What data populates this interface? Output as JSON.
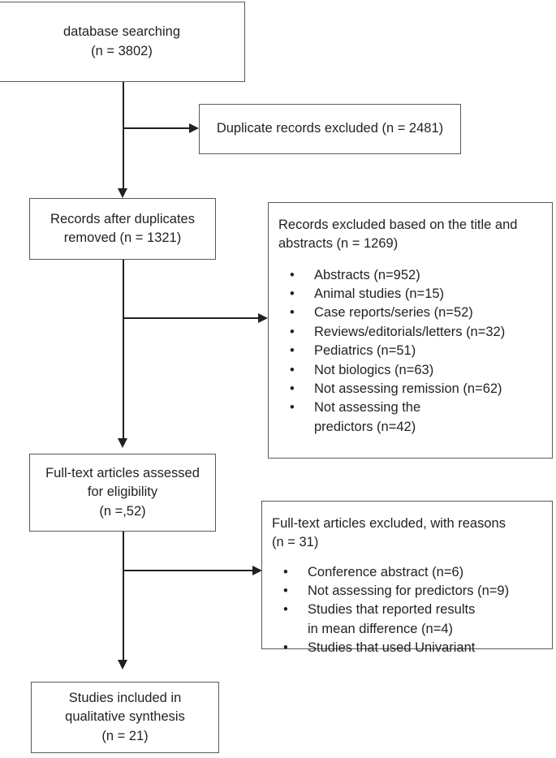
{
  "diagram": {
    "type": "prisma-flow-diagram",
    "title": "PRISMA study selection flow diagram"
  },
  "boxes": {
    "identification": {
      "name": "database-searching",
      "lines": [
        "database searching",
        "(n = 3802)"
      ]
    },
    "duplicates_excluded": {
      "name": "duplicate-records-excluded",
      "lines": [
        "Duplicate records excluded (n = 2481)"
      ]
    },
    "records_after_duplicates": {
      "name": "records-after-duplicates-removed",
      "lines": [
        "Records after duplicates",
        "removed (n = 1321)"
      ]
    },
    "records_excluded_title_abstract": {
      "name": "records-excluded-title-abstracts",
      "heading": [
        "Records excluded based on the title and",
        "abstracts (n = 1269)"
      ],
      "bullets": [
        "Abstracts (n=952)",
        "Animal studies (n=15)",
        "Case reports/series (n=52)",
        "Reviews/editorials/letters (n=32)",
        "Pediatrics (n=51)",
        "Not biologics (n=63)",
        "Not assessing remission (n=62)",
        "Not assessing the predictors (n=42)"
      ],
      "bullet_glyph": "•"
    },
    "fulltext_assessed": {
      "name": "full-text-articles-assessed",
      "lines": [
        "Full-text articles assessed",
        "for eligibility",
        "(n =,52)"
      ]
    },
    "fulltext_excluded": {
      "name": "full-text-articles-excluded",
      "heading": [
        "Full-text articles excluded, with reasons",
        "(n = 31)"
      ],
      "bullets": [
        "Conference abstract (n=6)",
        "Not assessing for predictors (n=9)",
        "Studies that reported results in mean difference (n=4)",
        "Studies that used Univariant"
      ],
      "bullet_glyph": "•"
    },
    "included": {
      "name": "studies-included-qualitative-synthesis",
      "lines": [
        "Studies included in",
        "qualitative synthesis",
        "(n = 21)"
      ]
    }
  },
  "colors": {
    "box_border": "#58595b",
    "connector": "#231f20",
    "text": "#231f20",
    "background": "#ffffff"
  },
  "chart_data": {
    "type": "diagram",
    "title": "PRISMA flow of study selection",
    "nodes": [
      {
        "id": "identification",
        "label": "database searching",
        "n": 3802
      },
      {
        "id": "duplicates_excluded",
        "label": "Duplicate records excluded",
        "n": 2481
      },
      {
        "id": "records_after_duplicates",
        "label": "Records after duplicates removed",
        "n": 1321
      },
      {
        "id": "records_excluded_title_abstract",
        "label": "Records excluded based on the title and abstracts",
        "n": 1269
      },
      {
        "id": "fulltext_assessed",
        "label": "Full-text articles assessed for eligibility",
        "n": 52
      },
      {
        "id": "fulltext_excluded",
        "label": "Full-text articles excluded, with reasons",
        "n": 31
      },
      {
        "id": "included",
        "label": "Studies included in qualitative synthesis",
        "n": 21
      }
    ],
    "edges": [
      {
        "from": "identification",
        "to": "duplicates_excluded",
        "direction": "right"
      },
      {
        "from": "identification",
        "to": "records_after_duplicates",
        "direction": "down"
      },
      {
        "from": "records_after_duplicates",
        "to": "records_excluded_title_abstract",
        "direction": "right"
      },
      {
        "from": "records_after_duplicates",
        "to": "fulltext_assessed",
        "direction": "down"
      },
      {
        "from": "fulltext_assessed",
        "to": "fulltext_excluded",
        "direction": "right"
      },
      {
        "from": "fulltext_assessed",
        "to": "included",
        "direction": "down"
      }
    ],
    "exclusion_reasons_title_abstract": [
      {
        "reason": "Abstracts",
        "n": 952
      },
      {
        "reason": "Animal studies",
        "n": 15
      },
      {
        "reason": "Case reports/series",
        "n": 52
      },
      {
        "reason": "Reviews/editorials/letters",
        "n": 32
      },
      {
        "reason": "Pediatrics",
        "n": 51
      },
      {
        "reason": "Not biologics",
        "n": 63
      },
      {
        "reason": "Not assessing remission",
        "n": 62
      },
      {
        "reason": "Not assessing the predictors",
        "n": 42
      }
    ],
    "exclusion_reasons_fulltext": [
      {
        "reason": "Conference abstract",
        "n": 6
      },
      {
        "reason": "Not assessing for predictors",
        "n": 9
      },
      {
        "reason": "Studies that reported results in mean difference",
        "n": 4
      },
      {
        "reason": "Studies that used Univariant",
        "n": null
      }
    ]
  }
}
